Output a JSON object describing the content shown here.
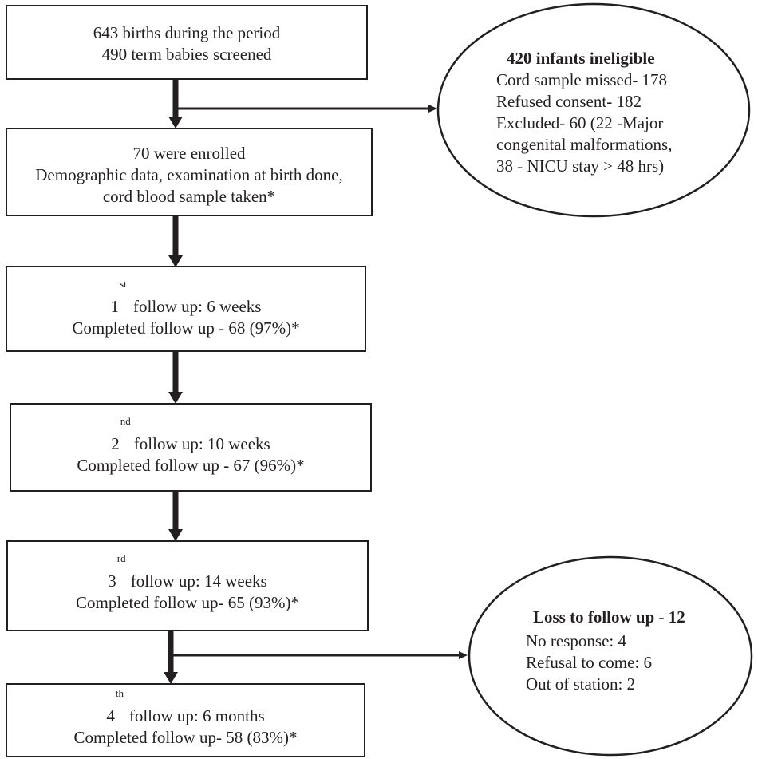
{
  "boxes": {
    "screened": {
      "line1": "643 births during the period",
      "line2": "490 term babies screened"
    },
    "enrolled": {
      "line1": "70 were enrolled",
      "line2": "Demographic data, examination at birth done,",
      "line3": "cord blood sample taken*"
    },
    "followup1": {
      "num": "1",
      "sup": "st",
      "rest": "follow up: 6 weeks",
      "line2": "Completed follow up - 68 (97%)*"
    },
    "followup2": {
      "num": "2",
      "sup": "nd",
      "rest": "follow up: 10 weeks",
      "line2": "Completed follow up - 67 (96%)*"
    },
    "followup3": {
      "num": "3",
      "sup": "rd",
      "rest": "follow up: 14 weeks",
      "line2": "Completed follow up- 65 (93%)*"
    },
    "followup4": {
      "num": "4",
      "sup": "th",
      "rest": "follow up: 6 months",
      "line2": "Completed follow up- 58 (83%)*"
    }
  },
  "ineligible": {
    "heading": "420 infants ineligible",
    "lines": [
      "Cord sample missed- 178",
      "Refused consent- 182",
      "Excluded- 60 (22 -Major",
      "congenital malformations,",
      "38 - NICU stay > 48 hrs)"
    ]
  },
  "loss": {
    "heading": "Loss to follow up - 12",
    "lines": [
      "No response: 4",
      "Refusal to come: 6",
      "Out of station: 2"
    ]
  },
  "colors": {
    "ink": "#231f20",
    "background": "#ffffff"
  }
}
